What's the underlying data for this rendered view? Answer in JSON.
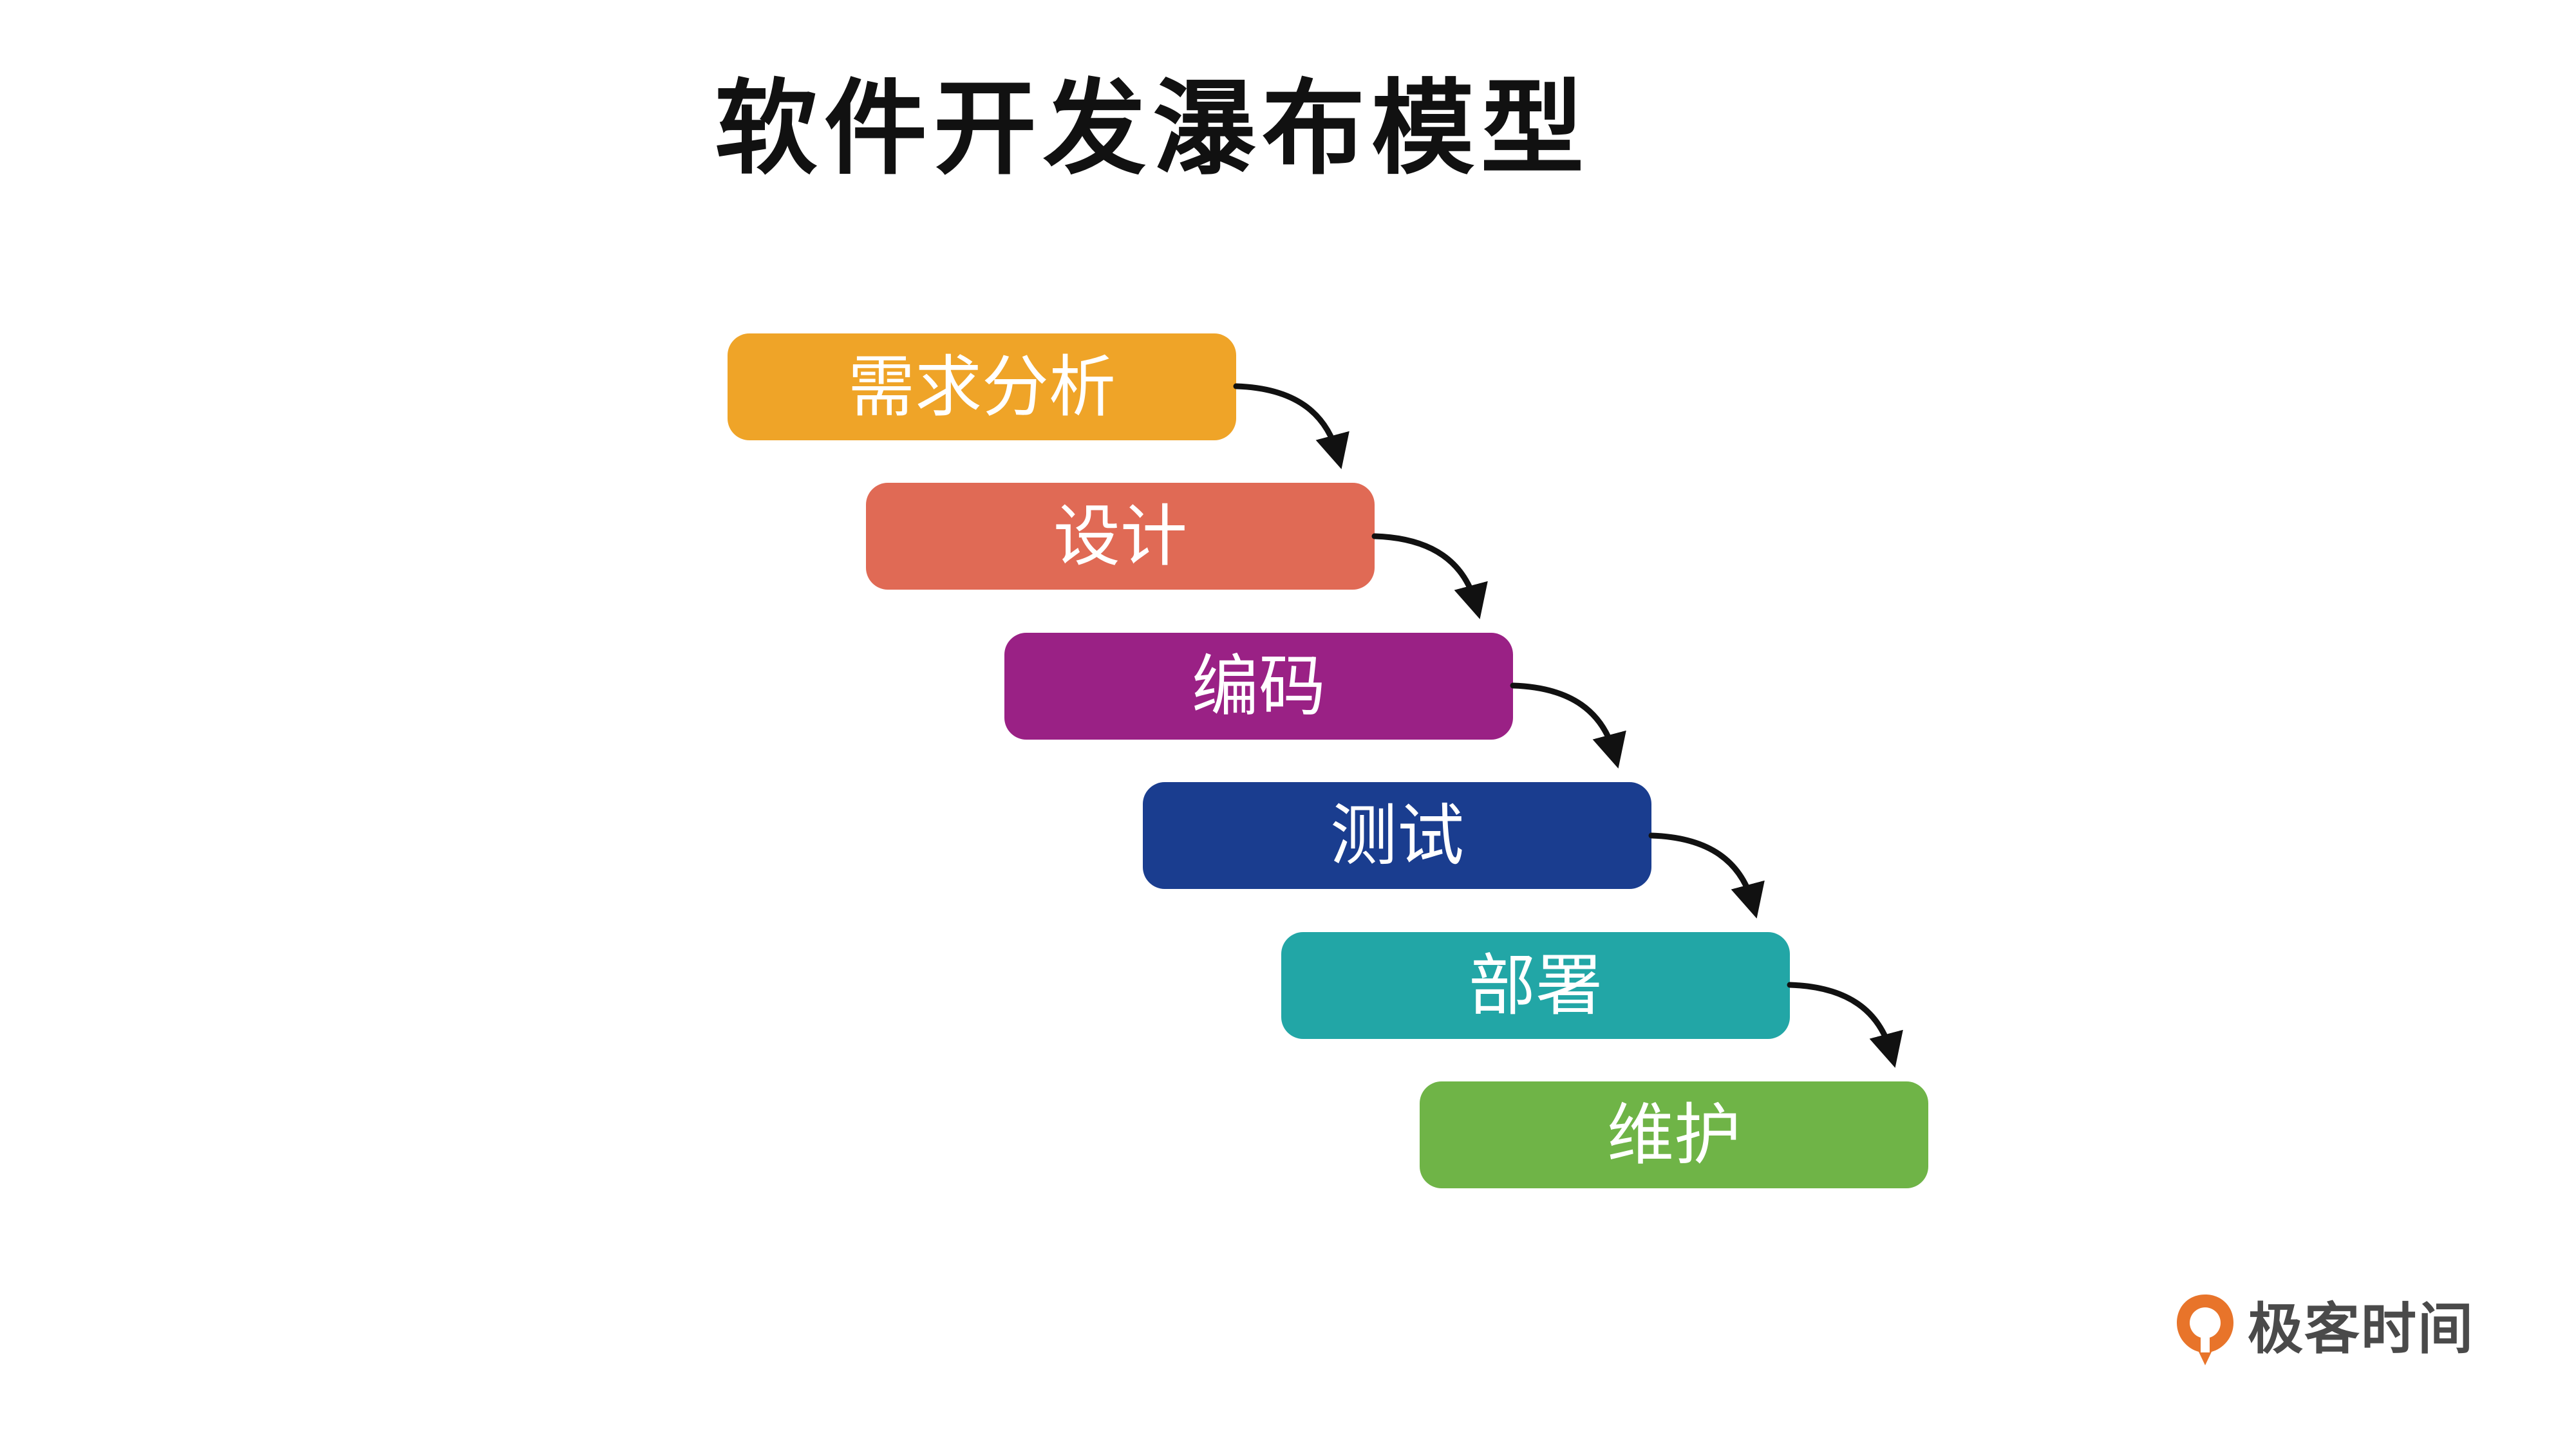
{
  "title": "软件开发瀑布模型",
  "stages": [
    {
      "label": "需求分析",
      "color": "#EFA428"
    },
    {
      "label": "设计",
      "color": "#E06A55"
    },
    {
      "label": "编码",
      "color": "#9A2185"
    },
    {
      "label": "测试",
      "color": "#1A3D8F"
    },
    {
      "label": "部署",
      "color": "#22A6A6"
    },
    {
      "label": "维护",
      "color": "#6FB447"
    }
  ],
  "brand": {
    "name": "极客时间",
    "logo_icon": "geektime-logo-icon",
    "logo_color": "#E8742A"
  },
  "connector_icon": "curved-arrow-icon"
}
